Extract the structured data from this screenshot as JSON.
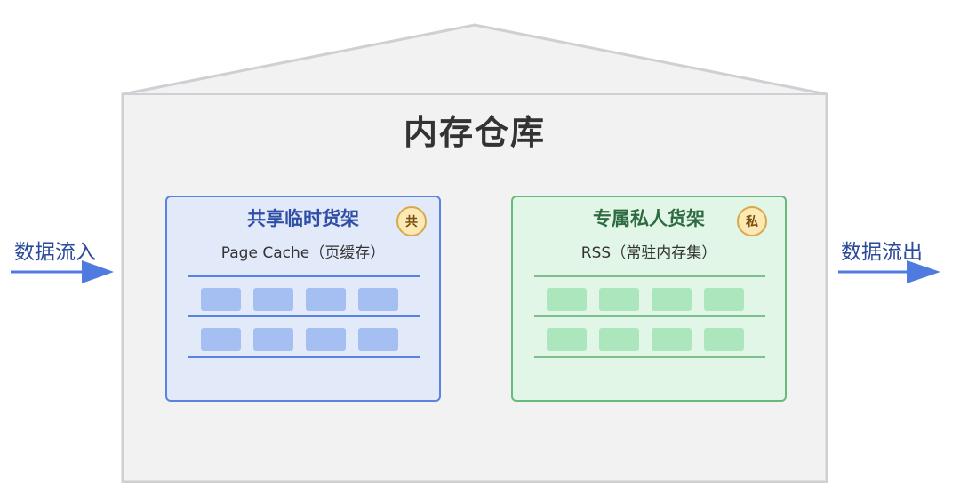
{
  "warehouse": {
    "title": "内存仓库"
  },
  "shelves": [
    {
      "title": "共享临时货架",
      "subtitle": "Page Cache（页缓存）",
      "badge": "共",
      "rows": 2,
      "slots_per_row": 4
    },
    {
      "title": "专属私人货架",
      "subtitle": "RSS（常驻内存集）",
      "badge": "私",
      "rows": 2,
      "slots_per_row": 4
    }
  ],
  "flow": {
    "in_label": "数据流入",
    "out_label": "数据流出"
  },
  "colors": {
    "shared_border": "#5a82e0",
    "shared_fill": "#e2eafa",
    "private_border": "#68b97c",
    "private_fill": "#e1f6e6",
    "arrow": "#4f7be0",
    "warehouse_fill": "#f2f2f3",
    "warehouse_border": "#cfcfd4"
  }
}
